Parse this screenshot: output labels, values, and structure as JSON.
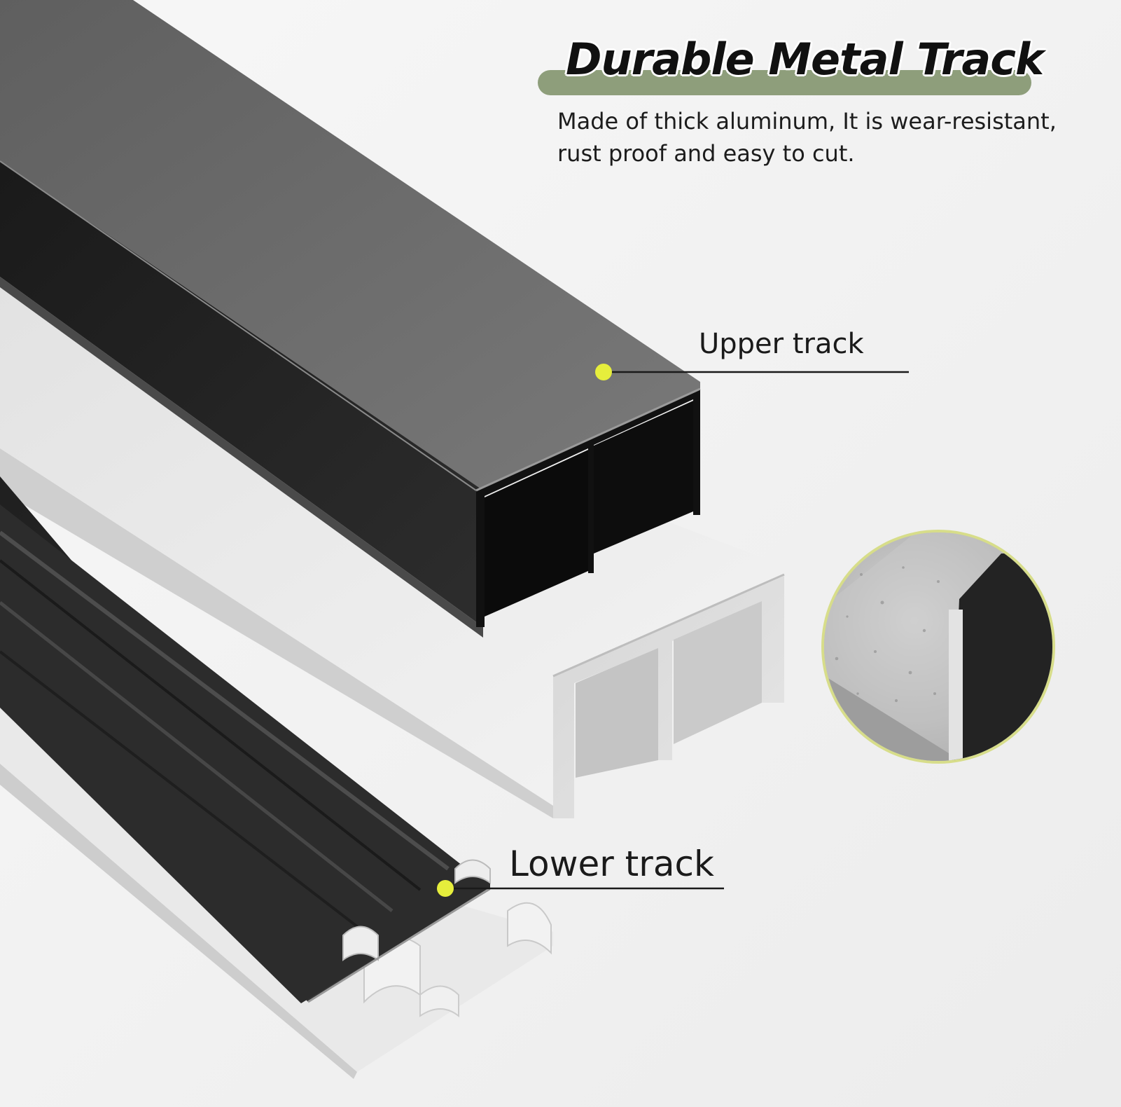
{
  "headline": {
    "text": "Durable Metal Track"
  },
  "description": {
    "lines": [
      "Made of thick aluminum, It is wear-resistant,",
      "rust proof and easy to cut."
    ]
  },
  "callouts": {
    "upper": {
      "label": "Upper track"
    },
    "lower": {
      "label": "Lower track"
    }
  },
  "icons": {
    "callout_dot": "yellow-dot-icon",
    "detail": "metal-texture-closeup"
  },
  "colors": {
    "accent_band": "#8e9e7b",
    "callout_dot": "#e6ee3c",
    "dark_track": "#2a2a2a",
    "light_track": "#e8e8e8",
    "detail_ring": "#d7dd8a"
  }
}
